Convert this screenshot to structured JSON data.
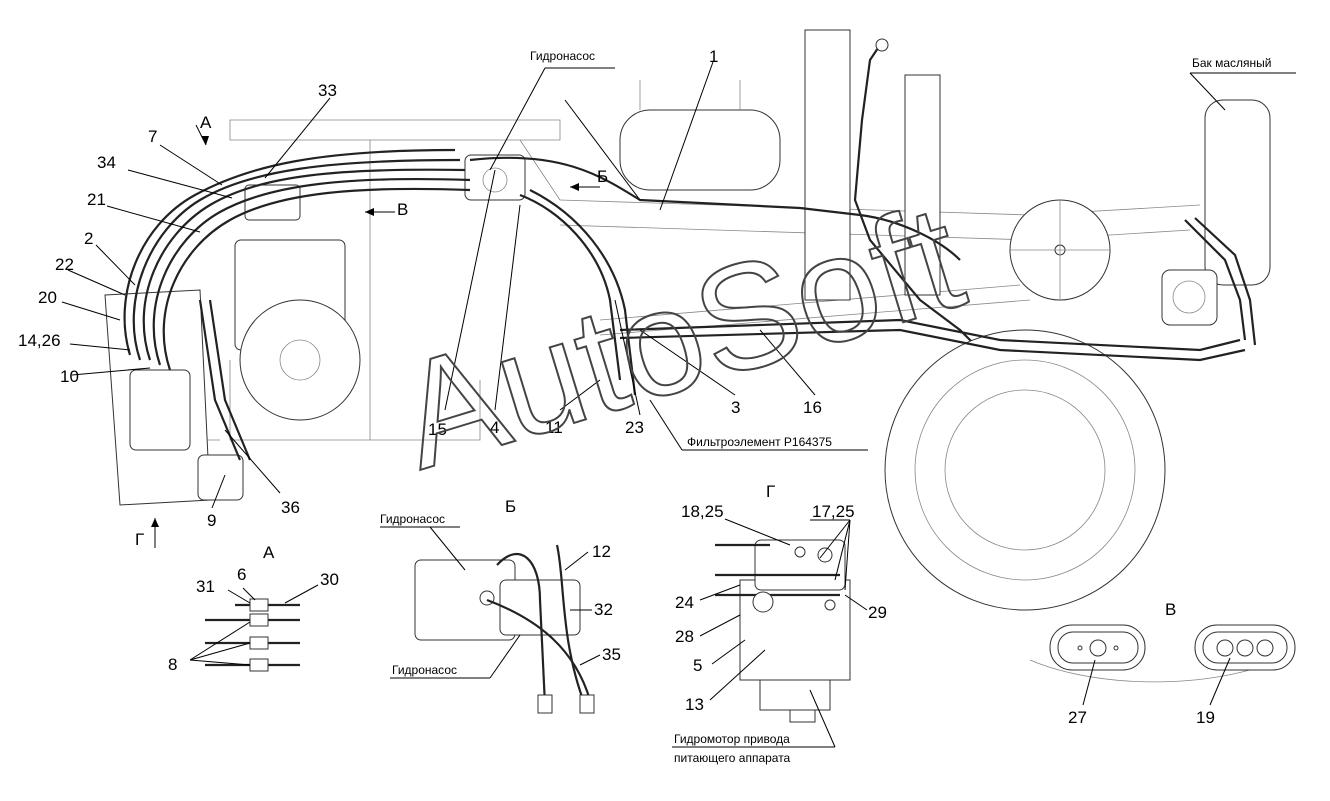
{
  "captions": {
    "pump_top": "Гидронасос",
    "oil_tank": "Бак масляный",
    "filter": "Фильтроэлемент Р164375",
    "pump_b_upper": "Гидронасос",
    "pump_b_lower": "Гидронасос",
    "motor_line1": "Гидромотор привода",
    "motor_line2": "питающего аппарата"
  },
  "views": {
    "A_main": "А",
    "B_main": "Б",
    "V_main": "В",
    "G_main": "Г",
    "A_detail": "А",
    "B_detail": "Б",
    "G_detail": "Г",
    "V_detail": "В"
  },
  "callouts": {
    "c1": "1",
    "c33": "33",
    "c7": "7",
    "c34": "34",
    "c21": "21",
    "c2": "2",
    "c22": "22",
    "c20": "20",
    "c14_26": "14,26",
    "c10": "10",
    "c9": "9",
    "c36": "36",
    "c15": "15",
    "c4": "4",
    "c11": "11",
    "c23": "23",
    "c3": "3",
    "c16": "16",
    "c31": "31",
    "c6": "6",
    "c30": "30",
    "c8": "8",
    "c12": "12",
    "c32": "32",
    "c35": "35",
    "c18_25": "18,25",
    "c17_25": "17,25",
    "c24": "24",
    "c29": "29",
    "c28": "28",
    "c5": "5",
    "c13": "13",
    "c27": "27",
    "c19": "19"
  },
  "watermark": "AutoSoft"
}
